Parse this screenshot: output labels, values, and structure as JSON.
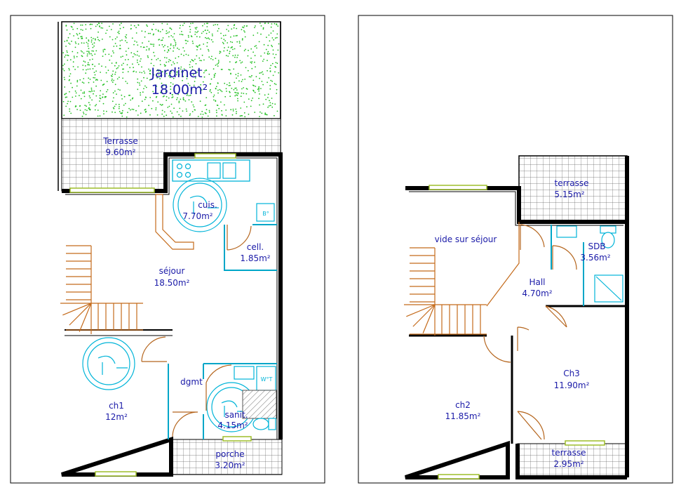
{
  "colors": {
    "wall": "#000000",
    "text": "#1a1aa8",
    "stairs": "#c46a1a",
    "door": "#b5651d",
    "fixtures": "#00b4d8",
    "window": "#9ebd2a",
    "grass": "#22c022",
    "tile_line": "#555555"
  },
  "ground_floor": {
    "jardinet": {
      "name": "Jardinet",
      "area": "18.00m²"
    },
    "terrasse": {
      "name": "Terrasse",
      "area": "9.60m²"
    },
    "cuisine": {
      "name": "cuis.",
      "area": "7.70m²"
    },
    "cellier": {
      "name": "cell.",
      "area": "1.85m²"
    },
    "sejour": {
      "name": "séjour",
      "area": "18.50m²"
    },
    "degagement": {
      "name": "dgmt"
    },
    "chambre1": {
      "name": "ch1",
      "area": "12m²"
    },
    "sanitaire": {
      "name": "sanit.",
      "area": "4.15m²"
    },
    "porche": {
      "name": "porche",
      "area": "3.20m²"
    },
    "fridge_tag": "B°",
    "wc_tag": "W°T"
  },
  "first_floor": {
    "terrasse_haut": {
      "name": "terrasse",
      "area": "5.15m²"
    },
    "vide": {
      "name": "vide sur séjour"
    },
    "sdb": {
      "name": "SDB",
      "area": "3.56m²"
    },
    "hall": {
      "name": "Hall",
      "area": "4.70m²"
    },
    "chambre3": {
      "name": "Ch3",
      "area": "11.90m²"
    },
    "chambre2": {
      "name": "ch2",
      "area": "11.85m²"
    },
    "terrasse_bas": {
      "name": "terrasse",
      "area": "2.95m²"
    }
  }
}
